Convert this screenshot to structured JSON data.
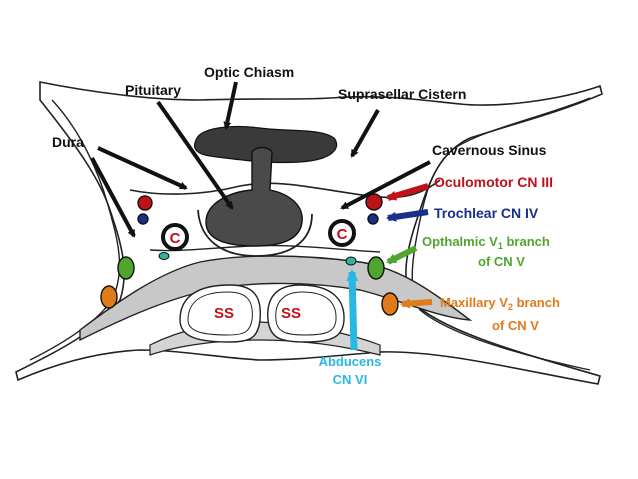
{
  "colors": {
    "oculomotor": "#c0101a",
    "trochlear": "#1a2f8a",
    "ophthalmic": "#4fa52e",
    "maxillary": "#e07b1a",
    "abducens": "#29b7e3",
    "pituitary": "#4a4a4a",
    "chiasm": "#3a3a3a",
    "bone": "#c8c8c8"
  },
  "labels": {
    "optic_chiasm": "Optic Chiasm",
    "pituitary": "Pituitary",
    "suprasellar_cistern": "Suprasellar Cistern",
    "dura": "Dura",
    "cavernous_sinus": "Cavernous Sinus",
    "oculomotor": "Oculomotor CN III",
    "trochlear": "Trochlear CN IV",
    "ophthalmic_line1": "Opthalmic V",
    "ophthalmic_sub": "1",
    "ophthalmic_line1_rest": " branch",
    "ophthalmic_line2": "of CN V",
    "maxillary_line1": "Maxillary V",
    "maxillary_sub": "2",
    "maxillary_line1_rest": " branch",
    "maxillary_line2": "of CN V",
    "abducens_line1": "Abducens",
    "abducens_line2": "CN VI",
    "carotid_left": "C",
    "carotid_right": "C",
    "sphenoid_left": "SS",
    "sphenoid_right": "SS"
  }
}
